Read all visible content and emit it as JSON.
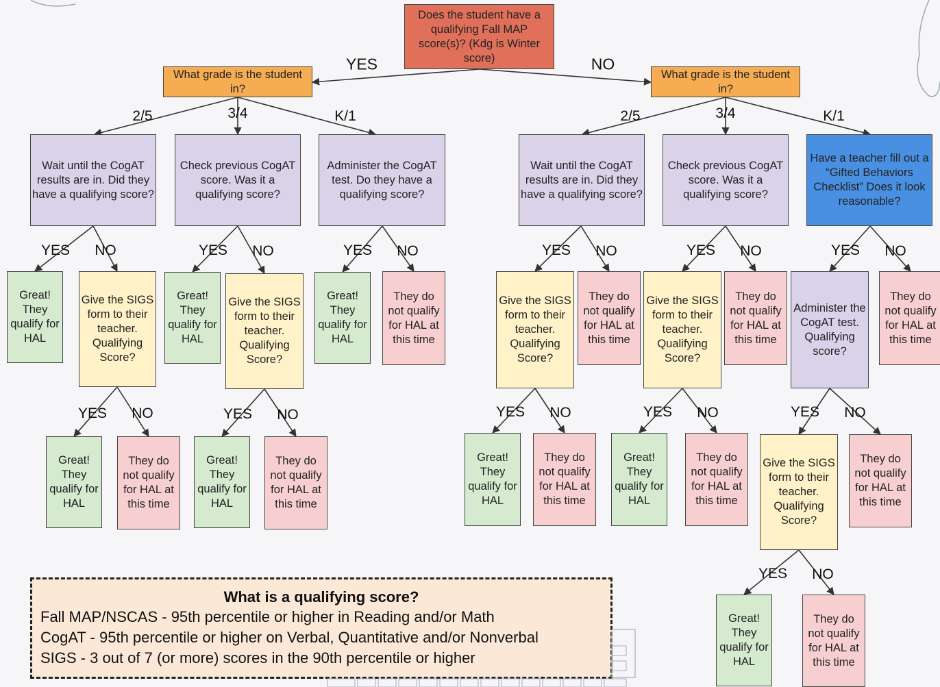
{
  "question_root": "Does the student have a qualifying Fall MAP score(s)? (Kdg is Winter score)",
  "grade_question": "What grade is the student in?",
  "wait_cogat": "Wait until the CogAT results are in. Did they have a qualifying score?",
  "check_cogat": "Check previous CogAT score. Was it a qualifying score?",
  "administer_cogat_k1": "Administer the CogAT test. Do they have a qualifying score?",
  "checklist": "Have a teacher fill out a “Gifted Behaviors Checklist” Does it look reasonable?",
  "administer_cogat": "Administer the CogAT test. Qualifying score?",
  "sigs": "Give the SIGS form to their teacher. Qualifying Score?",
  "qualify": "Great! They qualify for HAL",
  "not_qualify": "They do not qualify for HAL at this time",
  "branch_labels": {
    "yes": "YES",
    "no": "NO",
    "grade_25": "2/5",
    "grade_34": "3/4",
    "grade_k1": "K/1"
  },
  "legend": {
    "title": "What is a qualifying score?",
    "lines": [
      "Fall MAP/NSCAS - 95th percentile or higher in Reading and/or Math",
      "CogAT - 95th percentile or higher on Verbal, Quantitative and/or Nonverbal",
      "SIGS - 3 out of 7 (or more) scores in the 90th percentile or higher"
    ]
  },
  "colors": {
    "root": "#e0705a",
    "grade": "#f6ac52",
    "question": "#d9d2e9",
    "checklist": "#4a90e2",
    "qualify": "#d6ead0",
    "sigs": "#fff2c8",
    "not_qualify": "#f7cfd1",
    "legend": "#fbe8d6"
  }
}
